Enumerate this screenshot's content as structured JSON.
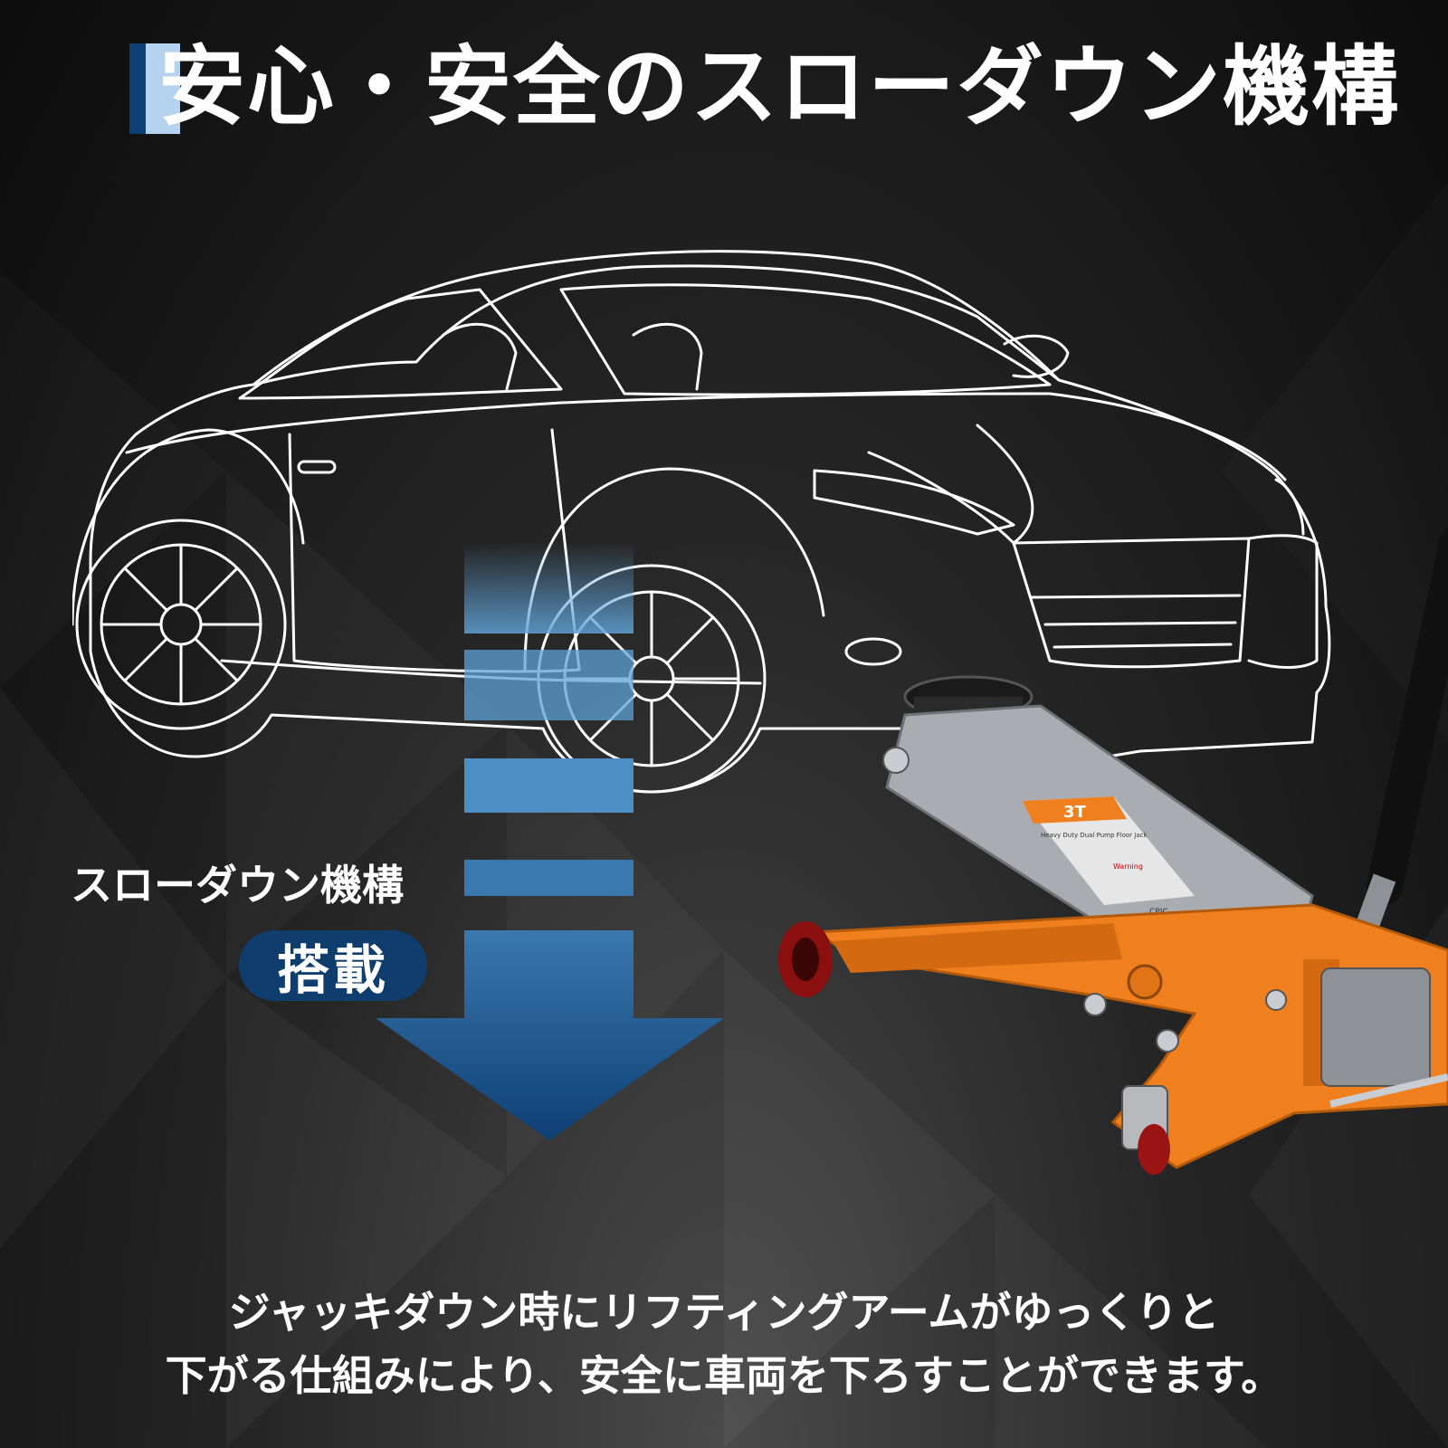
{
  "title": "安心・安全のスローダウン機構",
  "feature": {
    "label": "スローダウン機構",
    "badge": "搭載"
  },
  "description": {
    "line1": "ジャッキダウン時にリフティングアームがゆっくりと",
    "line2": "下がる仕組みにより、安全に車両を下ろすことができます。"
  },
  "product_label": {
    "capacity": "3T",
    "subtitle": "Heavy Duty Dual Pump Floor Jack",
    "warning": "Warning",
    "brand": "CPIC"
  },
  "colors": {
    "title_accent_dark": "#0d3f73",
    "title_accent_light": "#b5d3ee",
    "badge": "#0f3d6e",
    "arrow_top": "#5ea2d6",
    "arrow_bottom": "#0e3f74",
    "jack_frame": "#f07f1e",
    "jack_body": "#a9acb0"
  },
  "icons": [
    "car-outline-illustration",
    "down-arrow-icon",
    "floor-jack-photo"
  ]
}
